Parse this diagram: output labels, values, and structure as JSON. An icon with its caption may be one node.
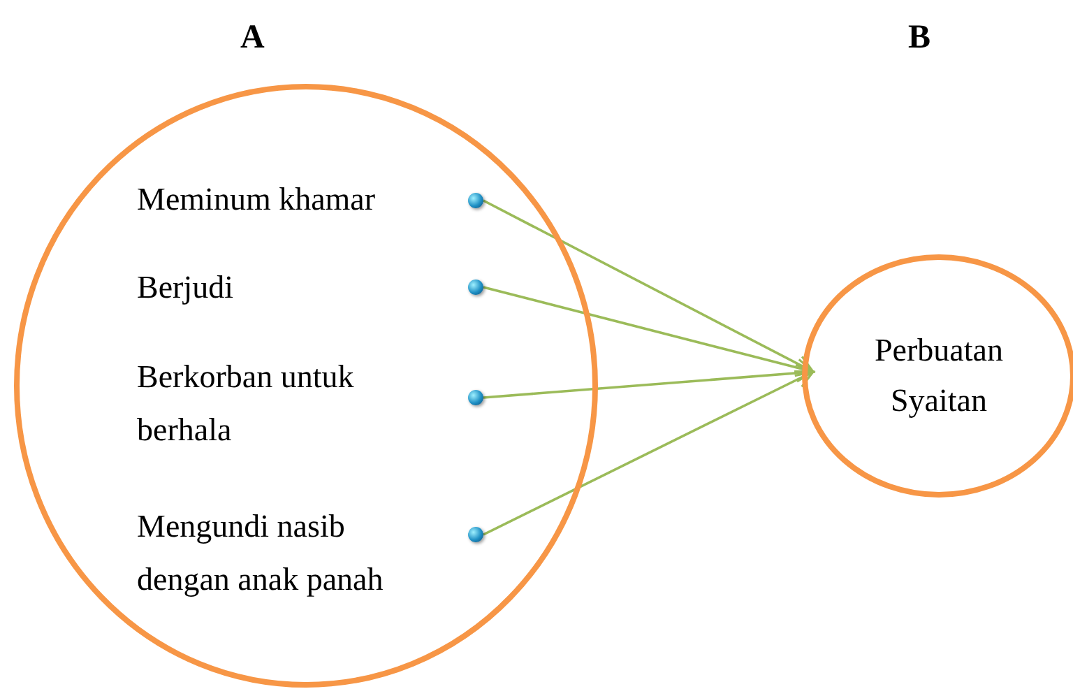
{
  "diagram": {
    "nodes": [
      {
        "text": [],
        "shape": "circle"
      },
      {
        "text": [],
        "shape": "circle",
        "in": 0
      },
      {
        "text": [],
        "shape": "circle",
        "in": 0
      },
      {
        "text": [],
        "shape": "circle",
        "in": 0
      },
      {
        "text": [],
        "shape": "circle",
        "in": 0
      },
      {
        "text": [
          "Perbuatan Syaitan"
        ]
      }
    ],
    "edges": [
      {
        "from": 1,
        "to": 5,
        "arrow": "to"
      },
      {
        "from": 2,
        "to": 5,
        "arrow": "to"
      },
      {
        "from": 3,
        "to": 5,
        "arrow": "to"
      },
      {
        "from": 4,
        "to": 5,
        "arrow": "to"
      }
    ],
    "labels": [
      "A",
      "B",
      "Meminum khamar",
      "Berjudi",
      "Berkorban untuk berhala",
      "Mengundi nasib dengan anak panah"
    ]
  }
}
